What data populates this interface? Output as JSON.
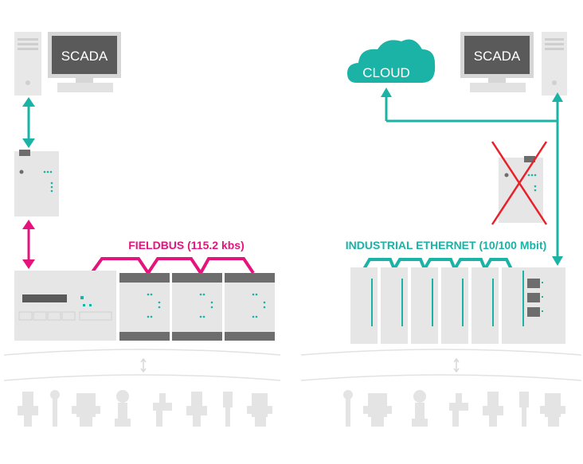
{
  "left": {
    "scada_label": "SCADA",
    "fieldbus_label": "FIELDBUS (115.2 kbs)"
  },
  "right": {
    "scada_label": "SCADA",
    "cloud_label": "CLOUD",
    "ethernet_label": "INDUSTRIAL ETHERNET (10/100 Mbit)"
  },
  "colors": {
    "teal": "#1ab3a6",
    "magenta": "#e5147d",
    "red": "#e8202a",
    "light_gray": "#e6e6e6",
    "mid_gray": "#c8c8c8",
    "dark_gray": "#6d6d6d",
    "screen": "#5a5a5a"
  }
}
